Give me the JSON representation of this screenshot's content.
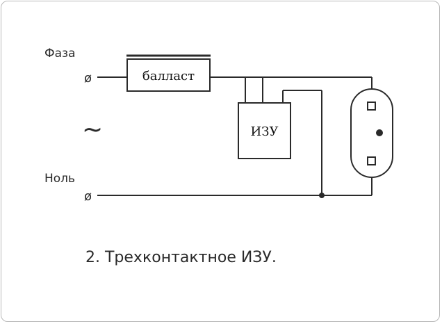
{
  "labels": {
    "phase": "Фаза",
    "neutral": "Ноль",
    "ballast": "балласт",
    "igniter": "ИЗУ",
    "ac_symbol": "~",
    "terminal_symbol": "ø",
    "caption": "2. Трехконтактное ИЗУ."
  },
  "colors": {
    "stroke": "#2a2a2a",
    "background": "#ffffff"
  }
}
